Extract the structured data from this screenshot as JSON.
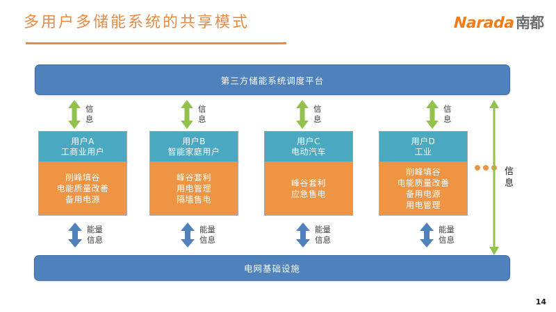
{
  "slide": {
    "title": "多用户多储能系统的共享模式",
    "page_number": "14",
    "accent_color": "#e8883c",
    "logo": {
      "brand": "Narada",
      "brand_cn": "南都"
    }
  },
  "diagram": {
    "top_platform": {
      "label": "第三方储能系统调度平台",
      "color": "#4f81bd"
    },
    "bottom_platform": {
      "label": "电网基础设施",
      "color": "#4f81bd"
    },
    "info_arrow_color": "#92c24d",
    "energy_arrow_color": "#4f81bd",
    "info_arrows": [
      {
        "label_line1": "信",
        "label_line2": "息"
      },
      {
        "label_line1": "信",
        "label_line2": "息"
      },
      {
        "label_line1": "信",
        "label_line2": "息"
      },
      {
        "label_line1": "信",
        "label_line2": "息"
      }
    ],
    "energy_arrows": [
      {
        "label_line1": "能量",
        "label_line2": "信息"
      },
      {
        "label_line1": "能量",
        "label_line2": "信息"
      },
      {
        "label_line1": "能量",
        "label_line2": "信息"
      },
      {
        "label_line1": "能量",
        "label_line2": "信息"
      }
    ],
    "side_arrow": {
      "label_line1": "信",
      "label_line2": "息",
      "color": "#92c24d",
      "ellipsis_color": "#ef9442"
    },
    "users": [
      {
        "id": "用户A",
        "type": "工商业用户",
        "head_color": "#4aa8c0",
        "body_color": "#ef9442",
        "functions": [
          "削峰填谷",
          "电能质量改善",
          "备用电源"
        ]
      },
      {
        "id": "用户B",
        "type": "智能家庭用户",
        "head_color": "#4aa8c0",
        "body_color": "#ef9442",
        "functions": [
          "峰谷套利",
          "用电管理",
          "隔墙售电"
        ]
      },
      {
        "id": "用户C",
        "type": "电动汽车",
        "head_color": "#4aa8c0",
        "body_color": "#ef9442",
        "functions": [
          "峰谷套利",
          "应急售电"
        ]
      },
      {
        "id": "用户D",
        "type": "工业",
        "head_color": "#4aa8c0",
        "body_color": "#ef9442",
        "functions": [
          "削峰填谷",
          "电能质量改善",
          "备用电源",
          "用电管理"
        ]
      }
    ]
  }
}
